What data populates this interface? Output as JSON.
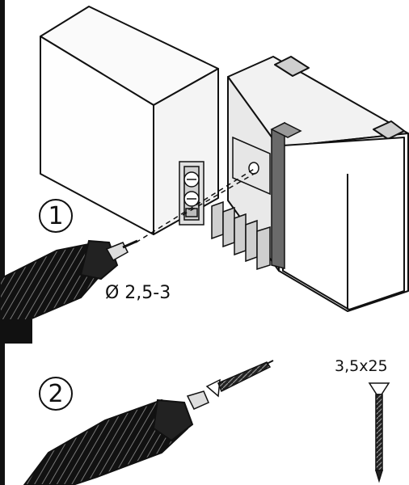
{
  "steps": [
    {
      "number": "1",
      "drill_bit_label": "Ø 2,5-3"
    },
    {
      "number": "2"
    }
  ],
  "screw_label": "3,5x25"
}
